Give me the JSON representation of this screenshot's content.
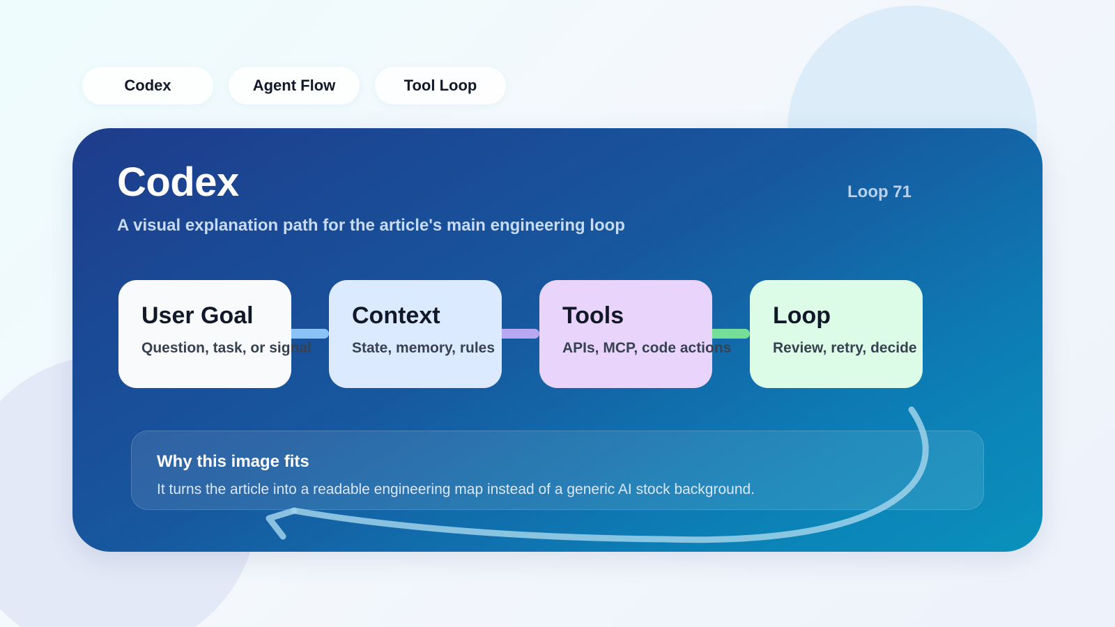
{
  "tags": [
    {
      "label": "Codex"
    },
    {
      "label": "Agent Flow"
    },
    {
      "label": "Tool Loop"
    }
  ],
  "panel": {
    "title": "Codex",
    "subtitle": "A visual explanation path for the article's main engineering loop",
    "badge": "Loop 71"
  },
  "steps": [
    {
      "title": "User Goal",
      "description": "Question, task, or signal",
      "color": "#f8fafc"
    },
    {
      "title": "Context",
      "description": "State, memory, rules",
      "color": "#dbeafe"
    },
    {
      "title": "Tools",
      "description": "APIs, MCP, code actions",
      "color": "#e9d5fb"
    },
    {
      "title": "Loop",
      "description": "Review, retry, decide",
      "color": "#dcfce7"
    }
  ],
  "connector_colors": [
    "#8bc3f7",
    "#b8a8f2",
    "#76df97"
  ],
  "callout": {
    "title": "Why this image fits",
    "text": "It turns the article into a readable engineering map instead of a generic AI stock background."
  },
  "colors": {
    "panel_gradient_start": "#1e3c8b",
    "panel_gradient_end": "#0a91bb",
    "page_background": "#f4f8fc"
  }
}
